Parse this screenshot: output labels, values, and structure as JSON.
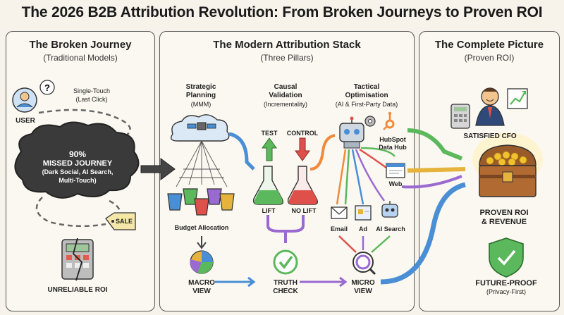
{
  "title": "The 2026 B2B Attribution Revolution: From Broken Journeys to Proven ROI",
  "left": {
    "heading": "The Broken Journey",
    "subheading": "(Traditional Models)",
    "user_label": "USER",
    "single_touch_1": "Single-Touch",
    "single_touch_2": "(Last Click)",
    "cloud_pct": "90%",
    "cloud_line1": "MISSED JOURNEY",
    "cloud_line2": "(Dark Social, AI Search,",
    "cloud_line3": "Multi-Touch)",
    "sale_label": "SALE",
    "unreliable_label": "UNRELIABLE ROI"
  },
  "middle": {
    "heading": "The Modern Attribution Stack",
    "subheading": "(Three Pillars)",
    "p1_line1": "Strategic",
    "p1_line2": "Planning",
    "p1_line3": "(MMM)",
    "p2_line1": "Causal",
    "p2_line2": "Validation",
    "p2_line3": "(Incrementality)",
    "p3_line1": "Tactical",
    "p3_line2": "Optimisation",
    "p3_line3": "(AI & First-Party Data)",
    "test_label": "TEST",
    "control_label": "CONTROL",
    "hubspot_1": "HubSpot",
    "hubspot_2": "Data Hub",
    "lift_label": "LIFT",
    "nolift_label": "NO LIFT",
    "web_label": "Web",
    "email_label": "Email",
    "ad_label": "Ad",
    "aisearch_label": "AI Search",
    "budget_label": "Budget Allocation",
    "macro_1": "MACRO",
    "macro_2": "VIEW",
    "truth_1": "TRUTH",
    "truth_2": "CHECK",
    "micro_1": "MICRO",
    "micro_2": "VIEW"
  },
  "right": {
    "heading": "The Complete Picture",
    "subheading": "(Proven ROI)",
    "cfo_label": "SATISFIED CFO",
    "roi_1": "PROVEN ROI",
    "roi_2": "& REVENUE",
    "future_1": "FUTURE-PROOF",
    "future_2": "(Privacy-First)"
  },
  "colors": {
    "blue": "#4a8fd6",
    "green": "#5cb85c",
    "red": "#e0504a",
    "orange": "#f08a3c",
    "gold": "#e6b43c",
    "purple": "#9a6ad0"
  }
}
